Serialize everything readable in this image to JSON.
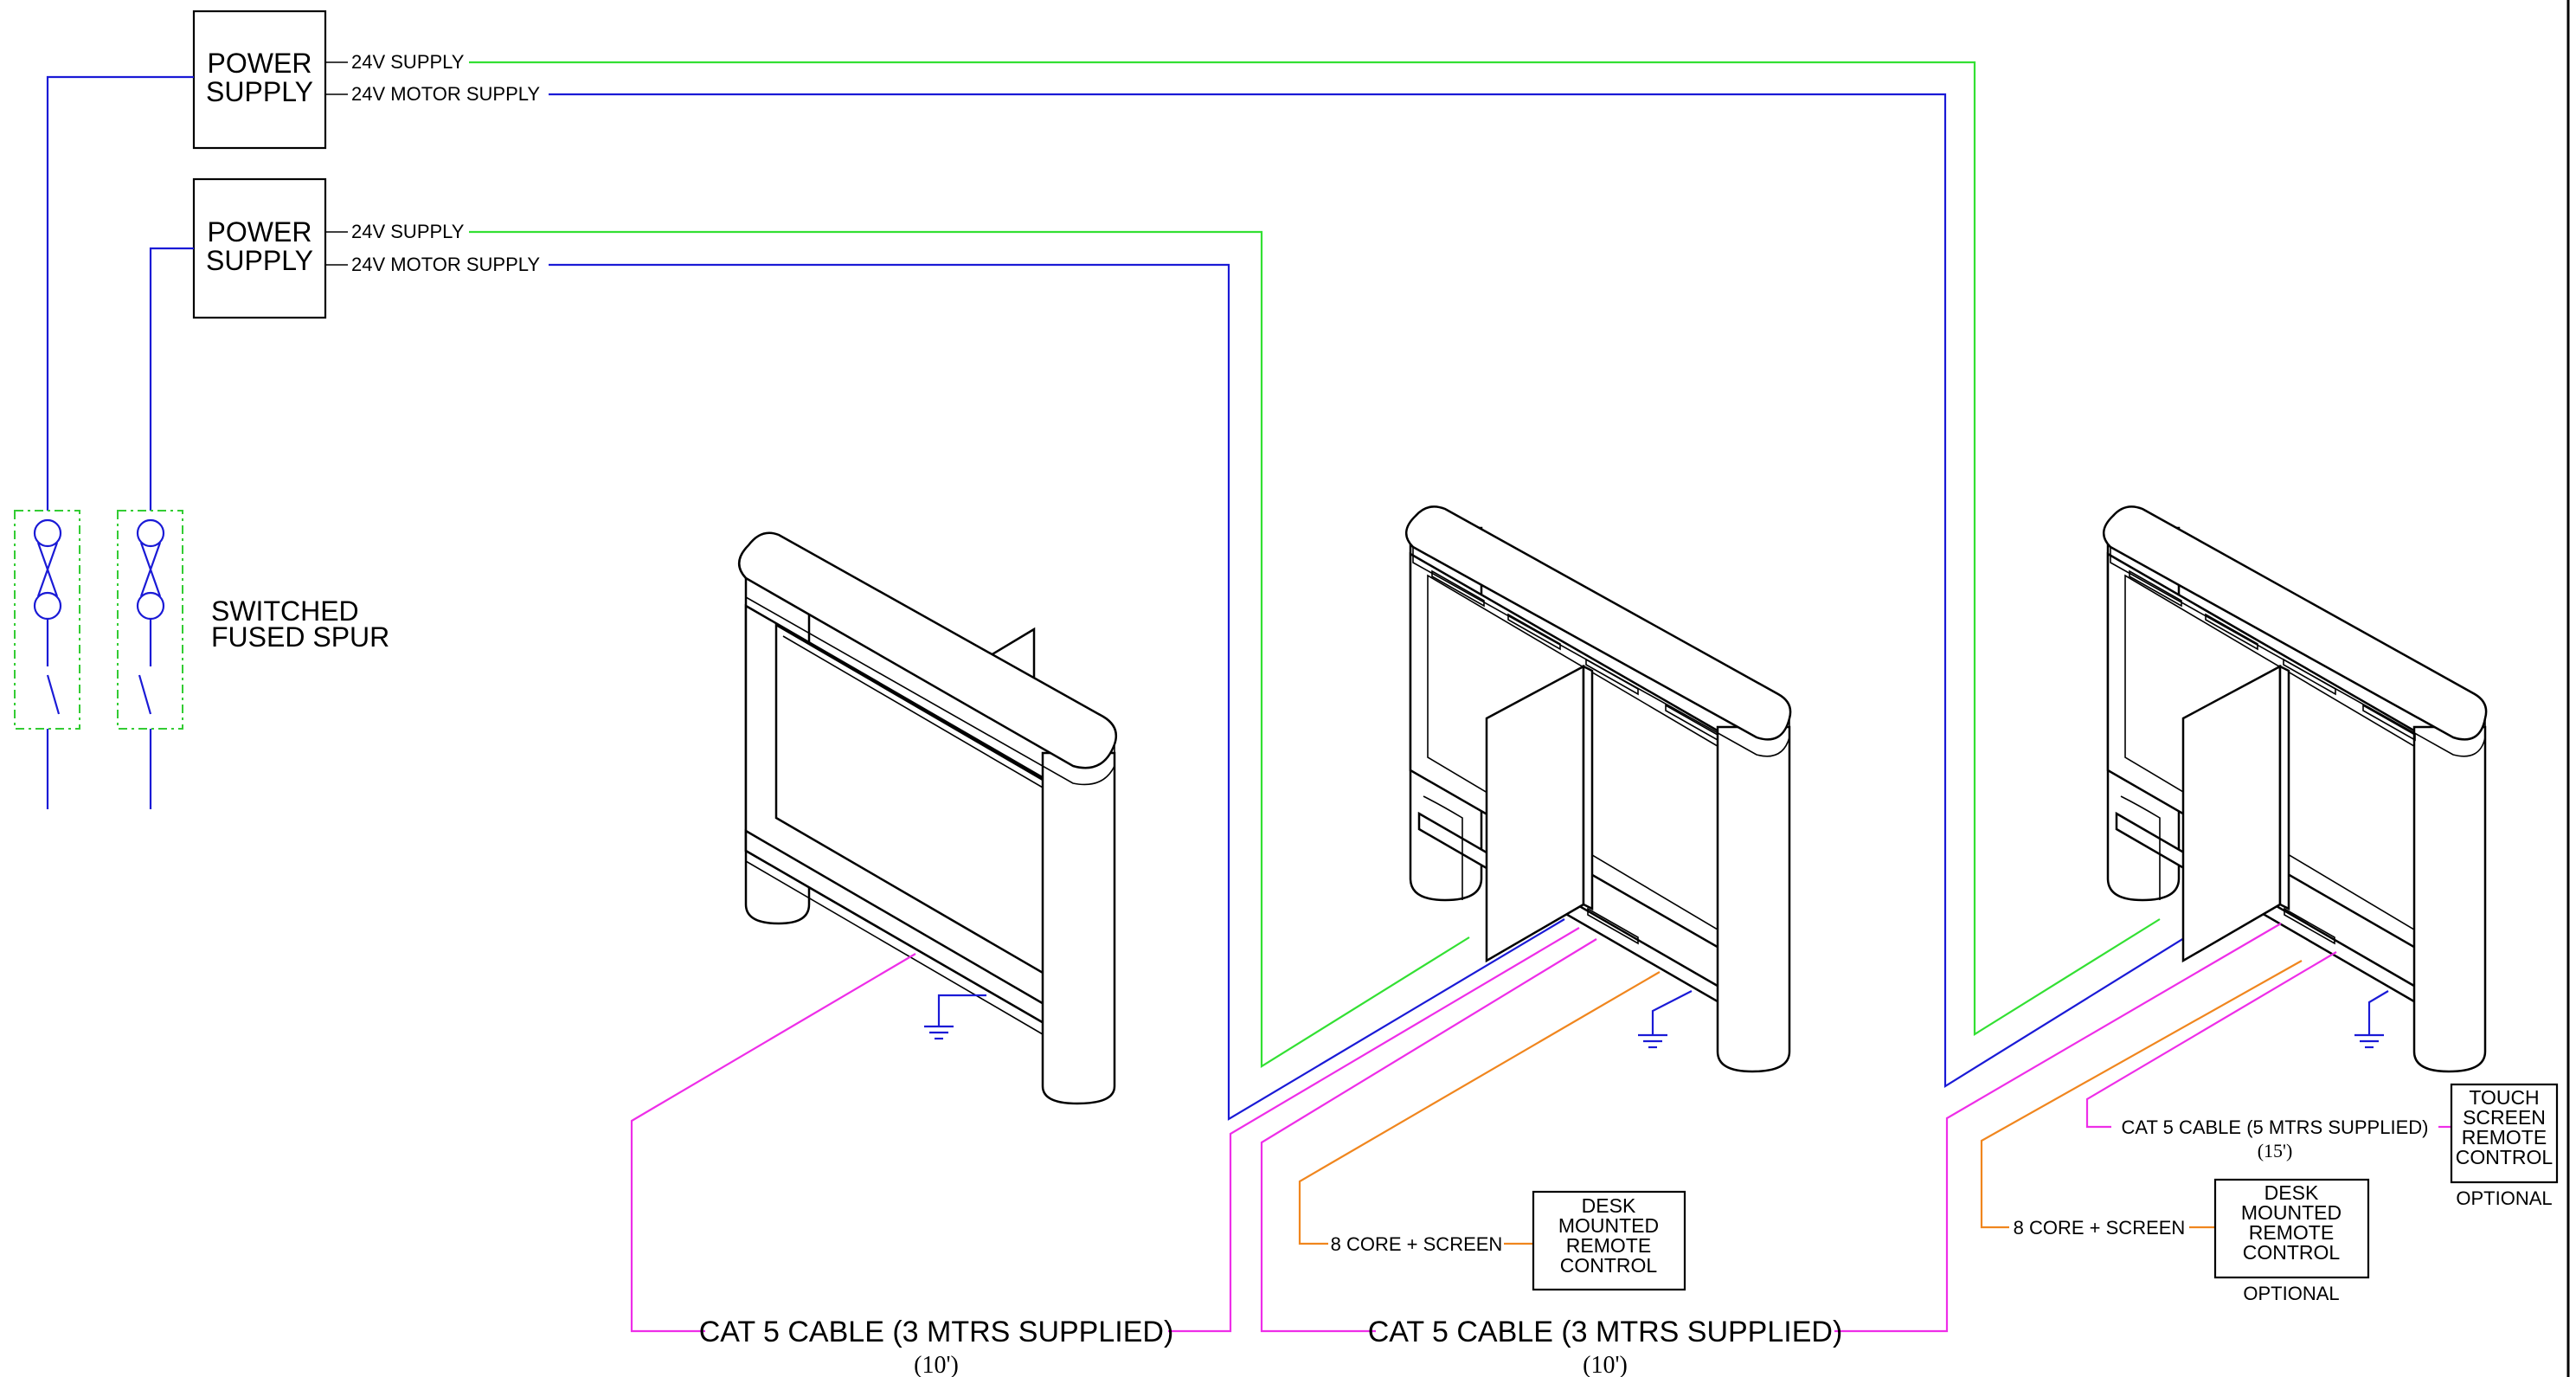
{
  "power_supplies": [
    {
      "label_line1": "POWER",
      "label_line2": "SUPPLY",
      "supply_label": "24V SUPPLY",
      "motor_label": "24V MOTOR SUPPLY"
    },
    {
      "label_line1": "POWER",
      "label_line2": "SUPPLY",
      "supply_label": "24V SUPPLY",
      "motor_label": "24V MOTOR SUPPLY"
    }
  ],
  "spur": {
    "line1": "SWITCHED",
    "line2": "FUSED SPUR"
  },
  "cables": [
    {
      "label": "CAT 5 CABLE (3 MTRS SUPPLIED)",
      "imperial": "(10')"
    },
    {
      "label": "CAT 5 CABLE (3 MTRS SUPPLIED)",
      "imperial": "(10')"
    },
    {
      "label": "CAT 5 CABLE (5 MTRS SUPPLIED)",
      "imperial": "(15')"
    }
  ],
  "core_labels": [
    "8 CORE + SCREEN",
    "8 CORE + SCREEN"
  ],
  "desk_remote": {
    "line1": "DESK",
    "line2": "MOUNTED",
    "line3": "REMOTE",
    "line4": "CONTROL"
  },
  "touch_remote": {
    "line1": "TOUCH",
    "line2": "SCREEN",
    "line3": "REMOTE",
    "line4": "CONTROL"
  },
  "optional_label": "OPTIONAL",
  "colors": {
    "supply_24v": "#33e033",
    "motor_supply": "#1a1ad6",
    "cat5": "#ee2ee8",
    "core_screen": "#f0861e",
    "spur_outline": "#33cc33"
  }
}
